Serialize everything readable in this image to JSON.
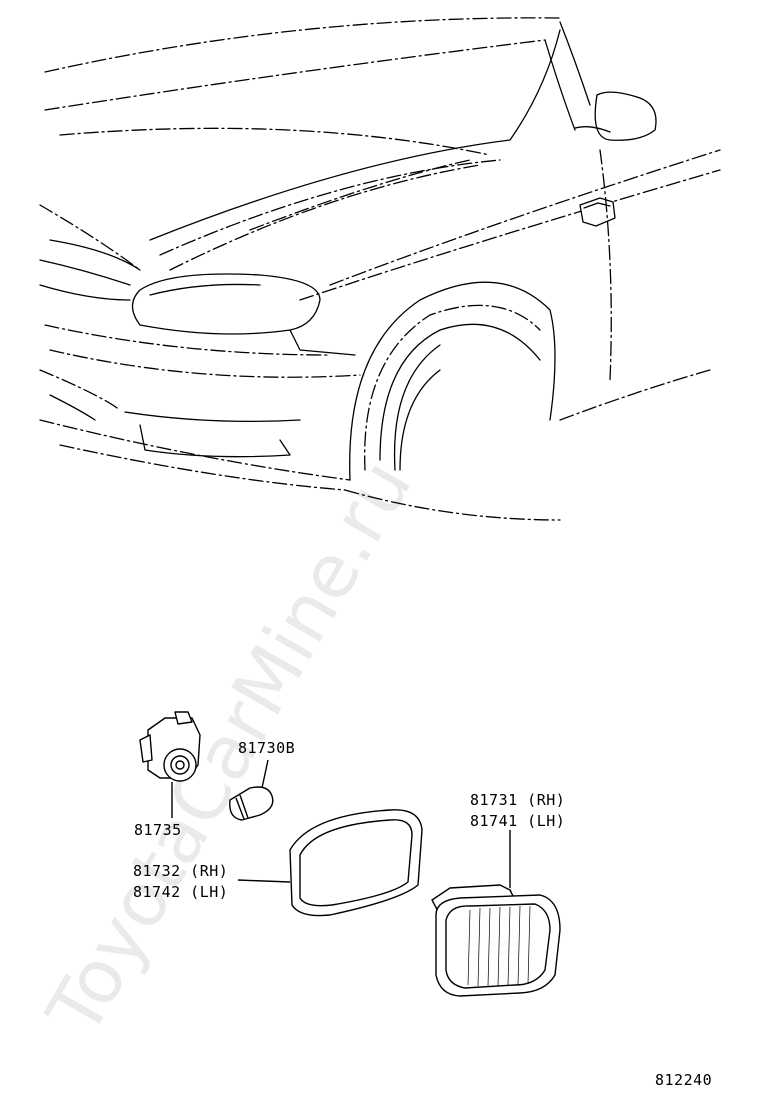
{
  "watermark": "ToyotaCarMine.ru",
  "diagram_code": "812240",
  "parts": [
    {
      "id": "socket",
      "label": "81735"
    },
    {
      "id": "bulb",
      "label": "81730B"
    },
    {
      "id": "gasket",
      "label_rh": "81732 (RH)",
      "label_lh": "81742 (LH)"
    },
    {
      "id": "lamp",
      "label_rh": "81731 (RH)",
      "label_lh": "81741 (LH)"
    }
  ]
}
